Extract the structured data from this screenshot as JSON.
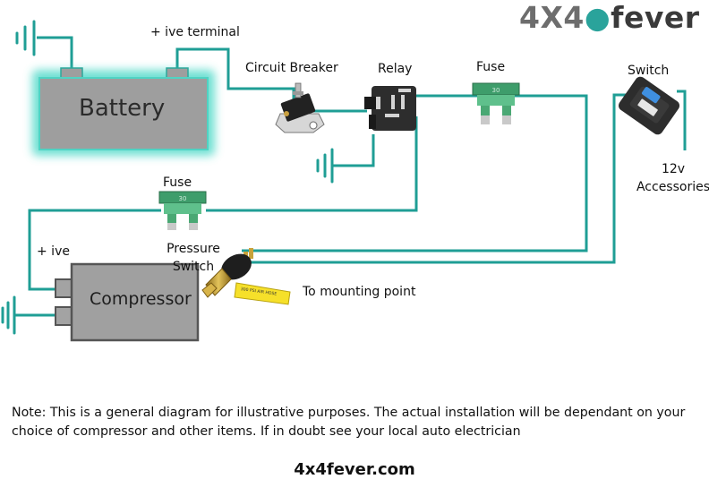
{
  "brand": {
    "logo_part1": "4X4",
    "logo_dot": "●",
    "logo_part2": "fever",
    "footer_url": "4x4fever.com"
  },
  "colors": {
    "wire": "#1f9e95",
    "battery_glow": "#3fd6c4",
    "component_fill": "#9e9e9e",
    "fuse_green": "#3e9d6b",
    "logo_accent": "#2aa39b"
  },
  "labels": {
    "battery": "Battery",
    "compressor": "Compressor",
    "plus_ive_terminal": "+ ive terminal",
    "circuit_breaker": "Circuit Breaker",
    "relay": "Relay",
    "fuse_top": "Fuse",
    "switch": "Switch",
    "accessories_line1": "12v",
    "accessories_line2": "Accessories",
    "fuse_left": "Fuse",
    "plus_ive": "+ ive",
    "pressure_line1": "Pressure",
    "pressure_line2": "Switch",
    "mounting": "To mounting point",
    "pressure_tag": "300 PSI AIR HOSE"
  },
  "note": "Note: This is a general diagram for illustrative purposes. The actual installation will be dependant on your choice of compressor and other items. If in doubt see your local auto electrician"
}
